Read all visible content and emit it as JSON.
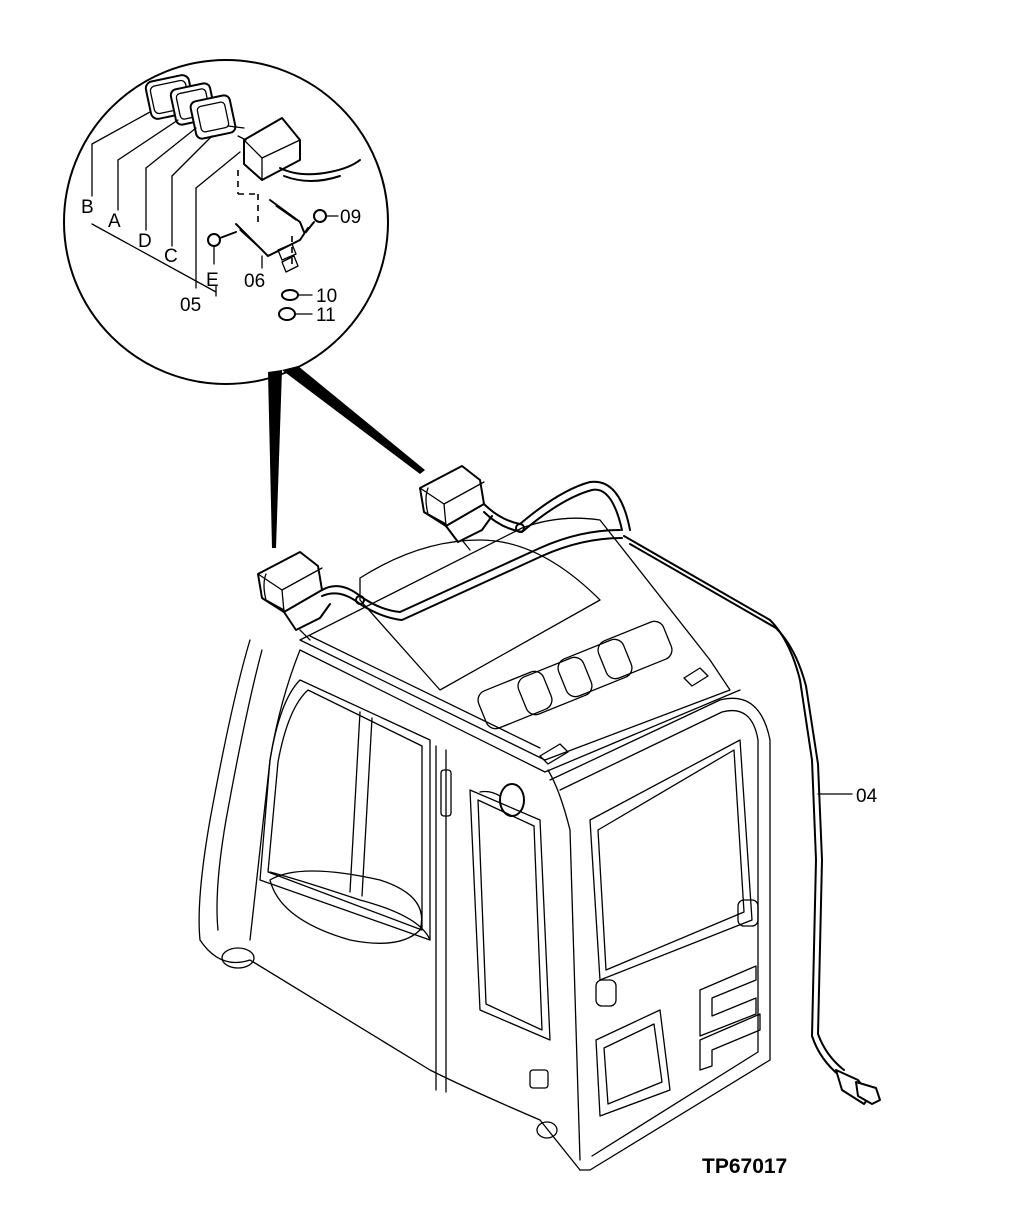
{
  "figure_id": "TP67017",
  "detail_labels": {
    "b": "B",
    "a": "A",
    "d": "D",
    "c": "C",
    "e": "E",
    "p05": "05",
    "p06": "06",
    "p09": "09",
    "p10": "10",
    "p11": "11"
  },
  "main_labels": {
    "p04": "04"
  }
}
